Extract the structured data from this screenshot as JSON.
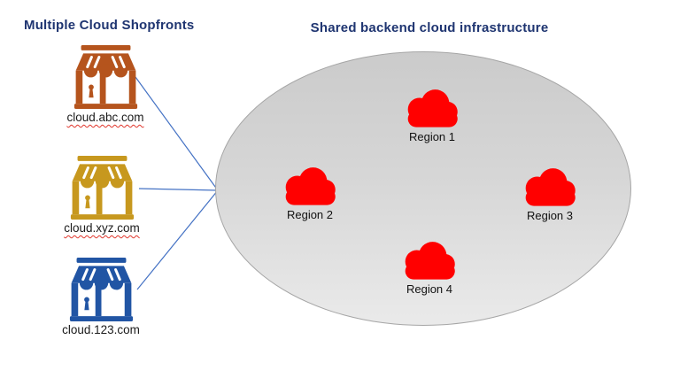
{
  "left": {
    "title": "Multiple Cloud Shopfronts",
    "shopfronts": [
      {
        "label": "cloud.abc.com",
        "color": "#B5541D",
        "icon": "storefront-icon"
      },
      {
        "label": "cloud.xyz.com",
        "color": "#C7981E",
        "icon": "storefront-icon"
      },
      {
        "label": "cloud.123.com",
        "color": "#2155A4",
        "icon": "storefront-icon"
      }
    ]
  },
  "right": {
    "title": "Shared backend cloud infrastructure",
    "regions": [
      {
        "label": "Region 1",
        "icon": "cloud-icon"
      },
      {
        "label": "Region 2",
        "icon": "cloud-icon"
      },
      {
        "label": "Region 3",
        "icon": "cloud-icon"
      },
      {
        "label": "Region 4",
        "icon": "cloud-icon"
      }
    ]
  },
  "colors": {
    "title_text": "#1F3571",
    "cloud": "#FF0000",
    "connector": "#4472C4",
    "ellipse_border": "#A6A6A6",
    "spellcheck_underline": "#E0352B"
  }
}
